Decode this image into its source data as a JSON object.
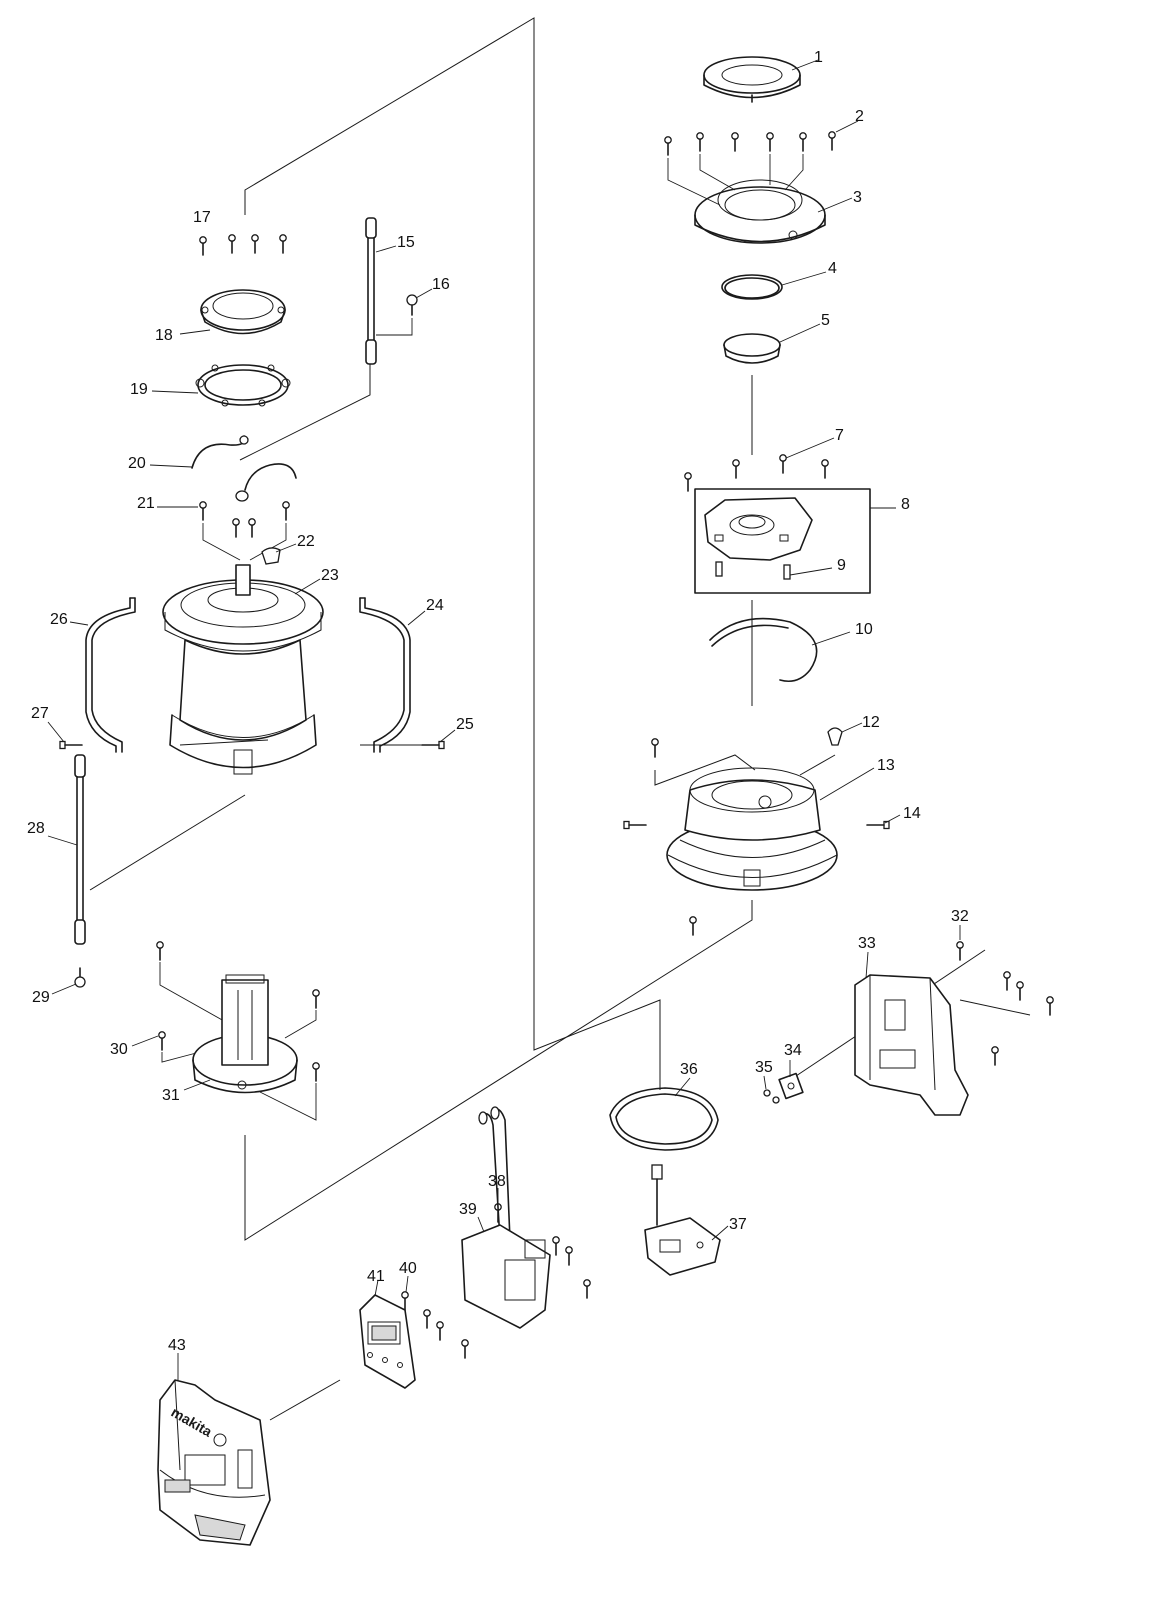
{
  "diagram": {
    "callouts": [
      "1",
      "2",
      "3",
      "4",
      "5",
      "7",
      "8",
      "9",
      "10",
      "12",
      "13",
      "14",
      "15",
      "16",
      "17",
      "18",
      "19",
      "20",
      "21",
      "22",
      "23",
      "24",
      "25",
      "26",
      "27",
      "28",
      "29",
      "30",
      "31",
      "32",
      "33",
      "34",
      "35",
      "36",
      "37",
      "38",
      "39",
      "40",
      "41",
      "43"
    ],
    "logo_text": "makita"
  }
}
